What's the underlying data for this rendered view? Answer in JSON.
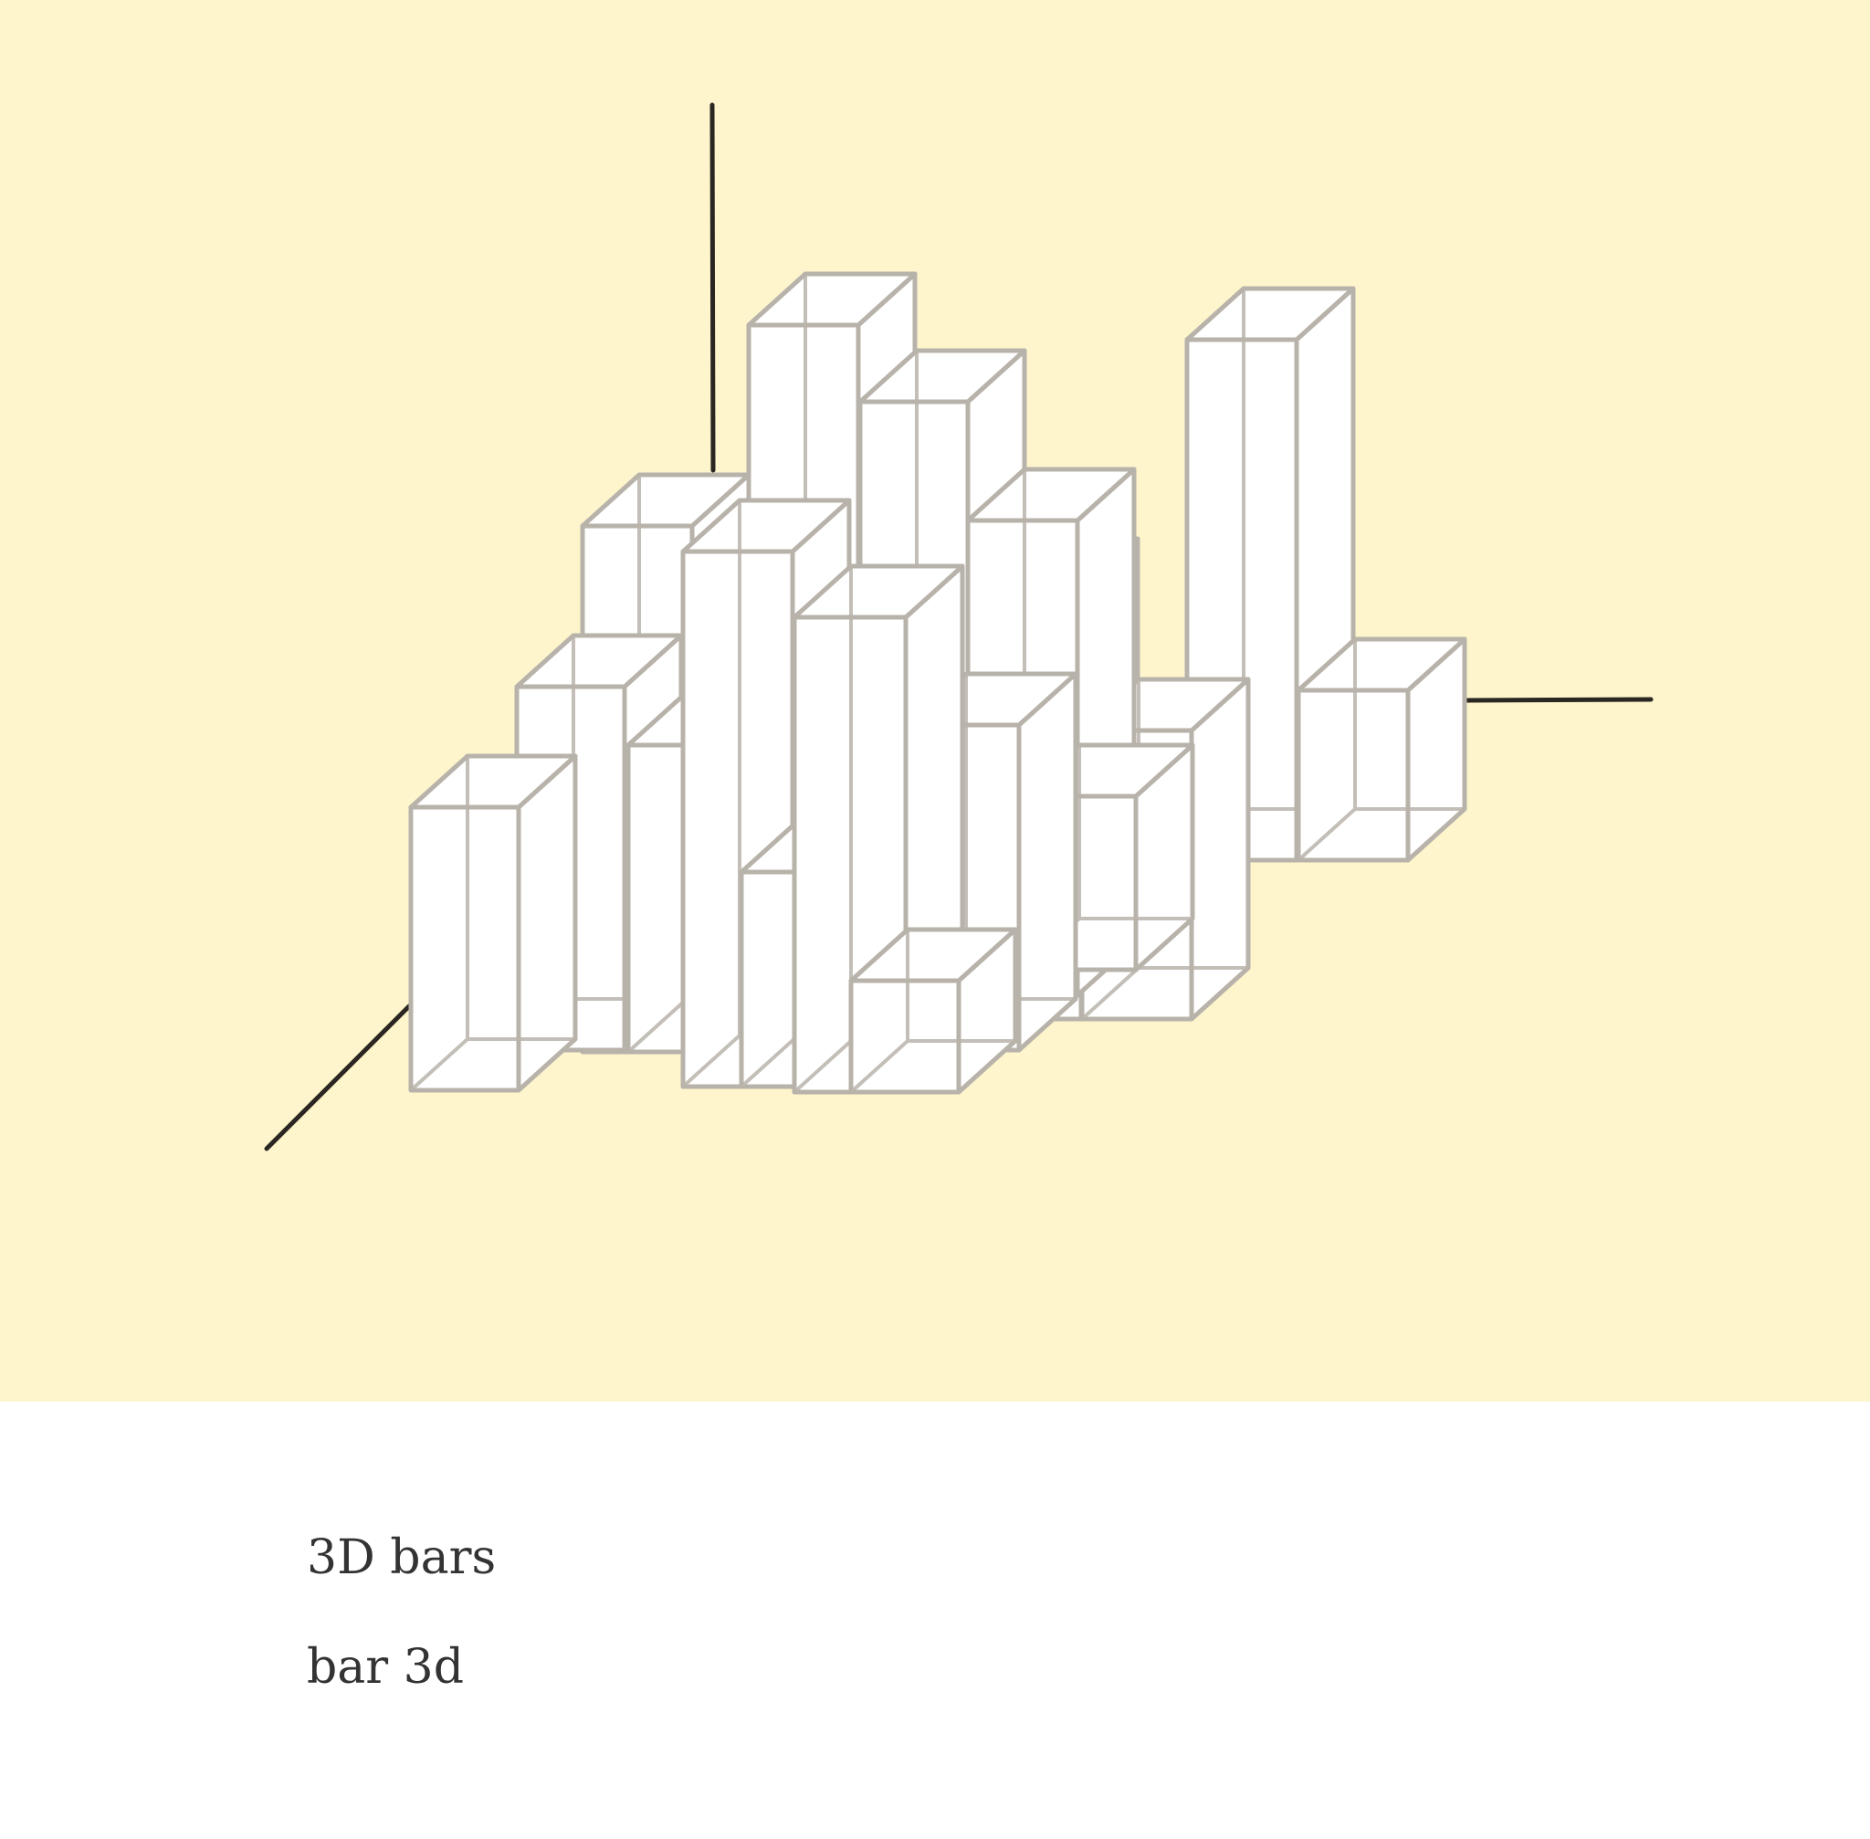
{
  "caption": {
    "title": "3D bars",
    "subtitle": "bar 3d"
  },
  "style": {
    "background": "#FEF5CD",
    "bar_fill": "#FFFFFF",
    "bar_stroke": "#B8B3AA",
    "axis_color": "#2A2722",
    "text_color": "#333333"
  },
  "icons": {
    "illustration": "3d-bar-chart-sketch"
  }
}
